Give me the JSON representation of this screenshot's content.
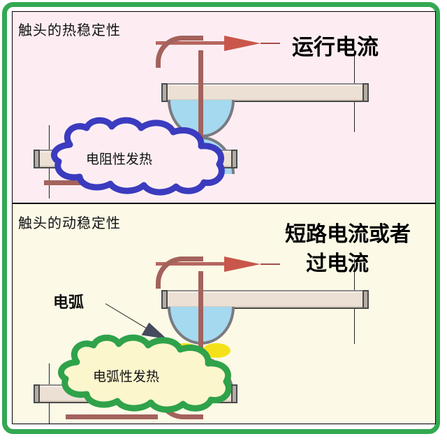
{
  "figure": {
    "frame_color": "#33a852",
    "panels": [
      {
        "id": "thermal-stability",
        "title": "触头的热稳定性",
        "background": "#fdedf3",
        "current_label": "运行电流",
        "arrow_color": "#c9564a",
        "cloud": {
          "label": "电阻性发热",
          "outline_color": "#3b3bbf",
          "fill_color": "#fdedf3"
        },
        "contacts_state": "closed"
      },
      {
        "id": "dynamic-stability",
        "title": "触头的动稳定性",
        "background": "#fcfae6",
        "current_label_line1": "短路电流或者",
        "current_label_line2": "过电流",
        "arrow_color": "#c9564a",
        "cloud": {
          "label": "电弧性发热",
          "outline_color": "#2fa24a",
          "fill_color": "#fcf6cd"
        },
        "annotation": {
          "label": "电弧",
          "pointer_color": "#454a5c"
        },
        "arc_color": "#f5e119",
        "contacts_state": "separated"
      }
    ],
    "colors": {
      "busbar_fill": "#ece0d5",
      "busbar_edge": "#5e5e5e",
      "contact_fill": "#a5d9ef",
      "contact_edge": "#7a7a80",
      "conductor": "#a4625c"
    }
  }
}
